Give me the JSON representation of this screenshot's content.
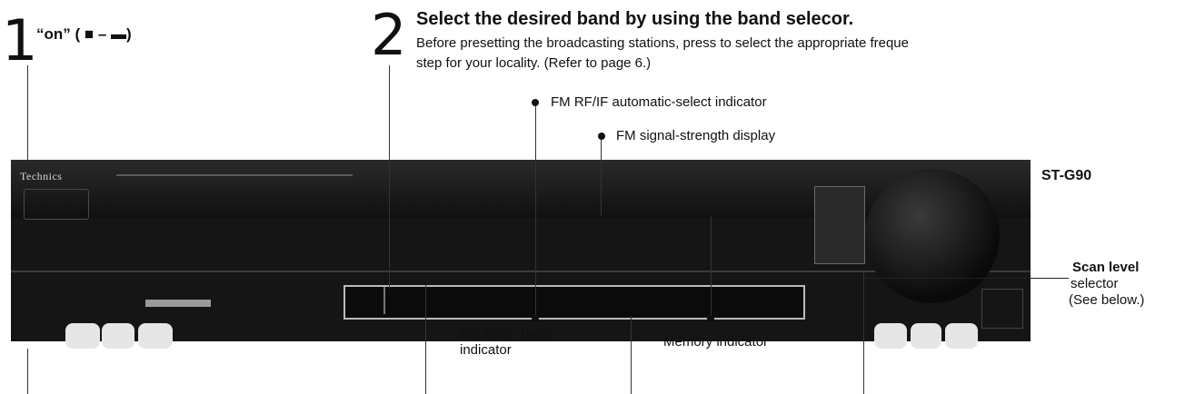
{
  "step1": {
    "number": "1",
    "text": "“on” ( ■ – ▬)"
  },
  "step2": {
    "number": "2",
    "title": "Select the desired band by using the band selecor.",
    "line1": "Before presetting the broadcasting stations, press to select the appropriate freque",
    "line2": "step for your locality.  (Refer to page 6.)"
  },
  "callouts": {
    "fm_rf_if_auto": "FM RF/IF automatic-select indicator",
    "fm_signal_strength": "FM signal-strength display",
    "model": "ST-G90",
    "scan_level_1": "Scan level",
    "scan_level_2": "selector",
    "scan_level_3": "(See below.)",
    "fm_rf_if_band_1": "FM RF/IF band",
    "fm_rf_if_band_2": "indicator",
    "memory_indicator": "Memory indicator"
  },
  "device": {
    "brand": "Technics"
  }
}
